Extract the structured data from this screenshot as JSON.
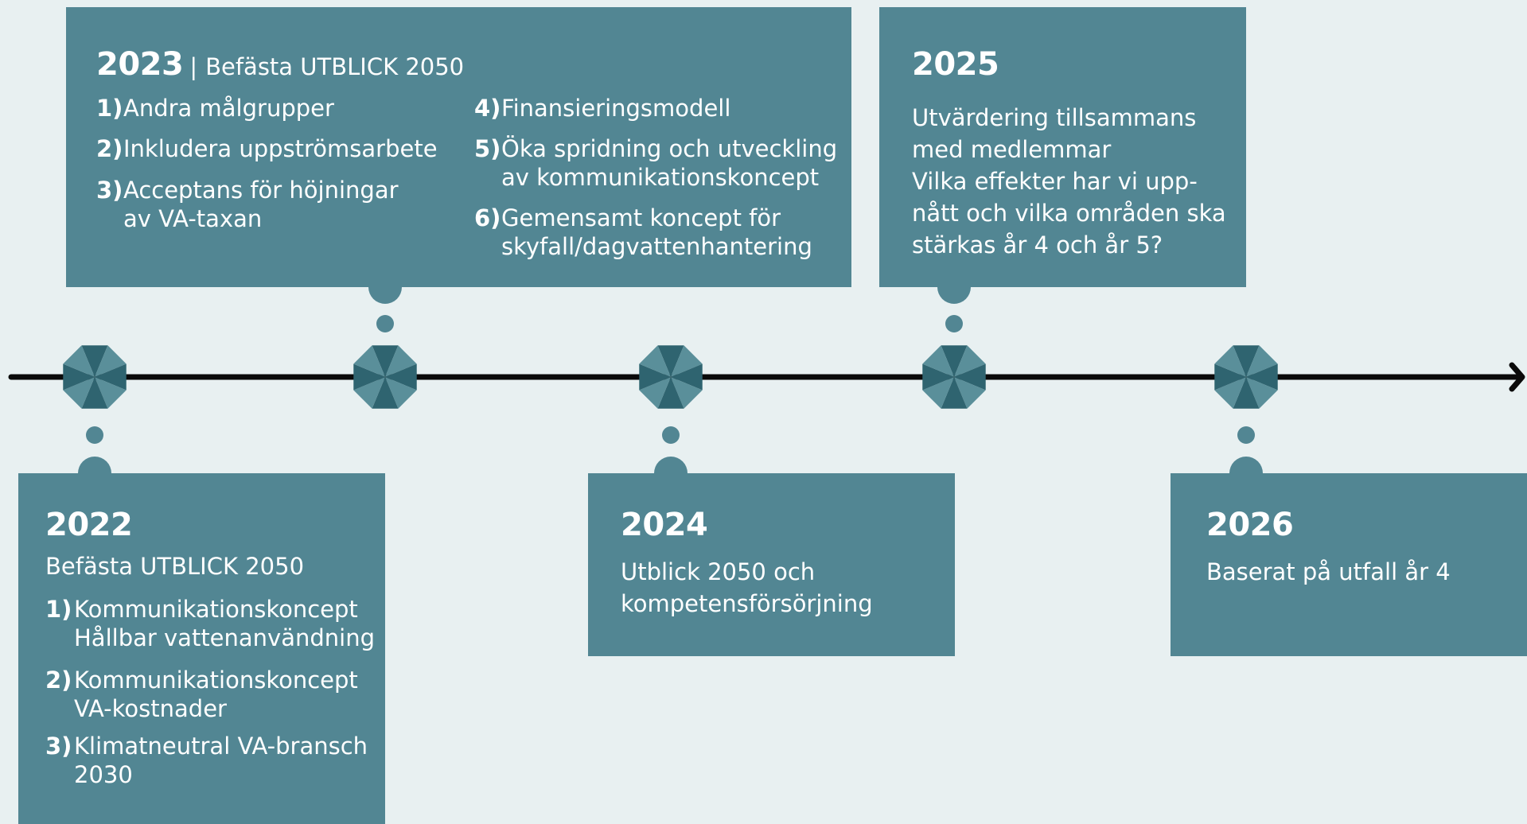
{
  "colors": {
    "background": "#e8f0f1",
    "box": "#528693",
    "axis": "#0a0a0a",
    "umbrella_dark": "#2f6470",
    "umbrella_light": "#5a8f9a"
  },
  "icons": {
    "milestone": "umbrella-icon",
    "arrow": "arrow-right-icon"
  },
  "events": {
    "y2022": {
      "year": "2022",
      "subtitle": "Befästa UTBLICK 2050",
      "items": [
        {
          "num": "1)",
          "text": "Kommunikationskoncept\nHållbar vattenanvändning"
        },
        {
          "num": "2)",
          "text": "Kommunikationskoncept\nVA-kostnader"
        },
        {
          "num": "3)",
          "text": "Klimatneutral VA-bransch\n2030"
        }
      ]
    },
    "y2023": {
      "year": "2023",
      "separator": "|",
      "subtitle": "Befästa UTBLICK 2050",
      "items": [
        {
          "num": "1)",
          "text": "Andra målgrupper"
        },
        {
          "num": "2)",
          "text": "Inkludera uppströmsarbete"
        },
        {
          "num": "3)",
          "text": "Acceptans för höjningar\nav VA-taxan"
        },
        {
          "num": "4)",
          "text": "Finansieringsmodell"
        },
        {
          "num": "5)",
          "text": "Öka spridning och utveckling\nav kommunikationskoncept"
        },
        {
          "num": "6)",
          "text": "Gemensamt koncept för\nskyfall/dagvattenhantering"
        }
      ]
    },
    "y2024": {
      "year": "2024",
      "lines": [
        "Utblick 2050 och",
        "kompetensförsörjning"
      ]
    },
    "y2025": {
      "year": "2025",
      "lines": [
        "Utvärdering tillsammans",
        "med medlemmar",
        "Vilka effekter har vi upp-",
        "nått och vilka områden ska",
        "stärkas år 4 och år 5?"
      ]
    },
    "y2026": {
      "year": "2026",
      "lines": [
        "Baserat på utfall år 4"
      ]
    }
  }
}
